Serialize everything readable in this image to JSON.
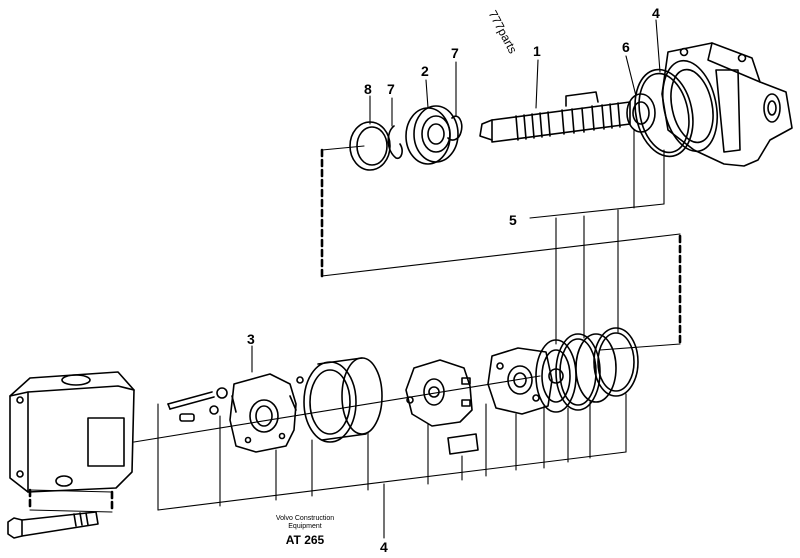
{
  "diagram": {
    "corner_text": "777parts",
    "callouts": [
      {
        "id": "shaft",
        "text": "1"
      },
      {
        "id": "bearing",
        "text": "2"
      },
      {
        "id": "rear-housing-plate",
        "text": "3"
      },
      {
        "id": "front-o-ring",
        "text": "4"
      },
      {
        "id": "lower-seal-kit",
        "text": "4"
      },
      {
        "id": "seal-kit",
        "text": "5"
      },
      {
        "id": "shaft-seal",
        "text": "6"
      },
      {
        "id": "snap-ring-left",
        "text": "7"
      },
      {
        "id": "snap-ring-right",
        "text": "7"
      },
      {
        "id": "retaining-ring",
        "text": "8"
      }
    ],
    "credit_line_1": "Volvo Construction",
    "credit_line_2": "Equipment",
    "drawing_code": "AT 265"
  }
}
